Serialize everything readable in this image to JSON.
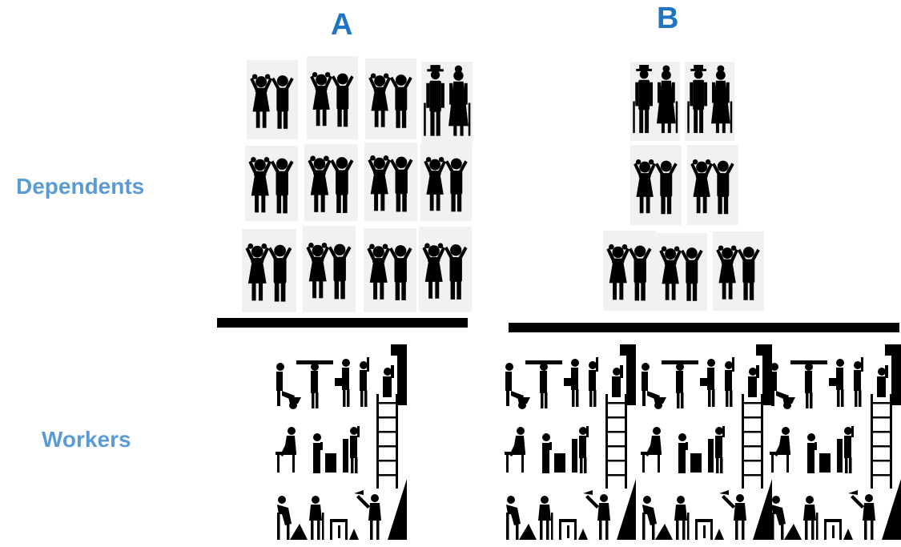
{
  "headings": {
    "a": "A",
    "b": "B"
  },
  "row_labels": {
    "dependents": "Dependents",
    "workers": "Workers"
  },
  "colors": {
    "heading": "#1f74c4",
    "row_label": "#5b9bd5",
    "figure": "#000000",
    "tile_bg": "#f1f1f1"
  },
  "icons": {
    "child_pair": "child-pair-icon",
    "elderly_pair": "elderly-couple-icon",
    "worker_group": "worker-group-icon"
  },
  "scenario_a": {
    "dependent_rows": 3,
    "child_pair_tiles": 11,
    "elderly_pair_tiles": 1,
    "worker_blocks": 1
  },
  "scenario_b": {
    "dependent_rows": 3,
    "child_pair_tiles": 5,
    "elderly_pair_tiles": 2,
    "worker_blocks": 3
  }
}
